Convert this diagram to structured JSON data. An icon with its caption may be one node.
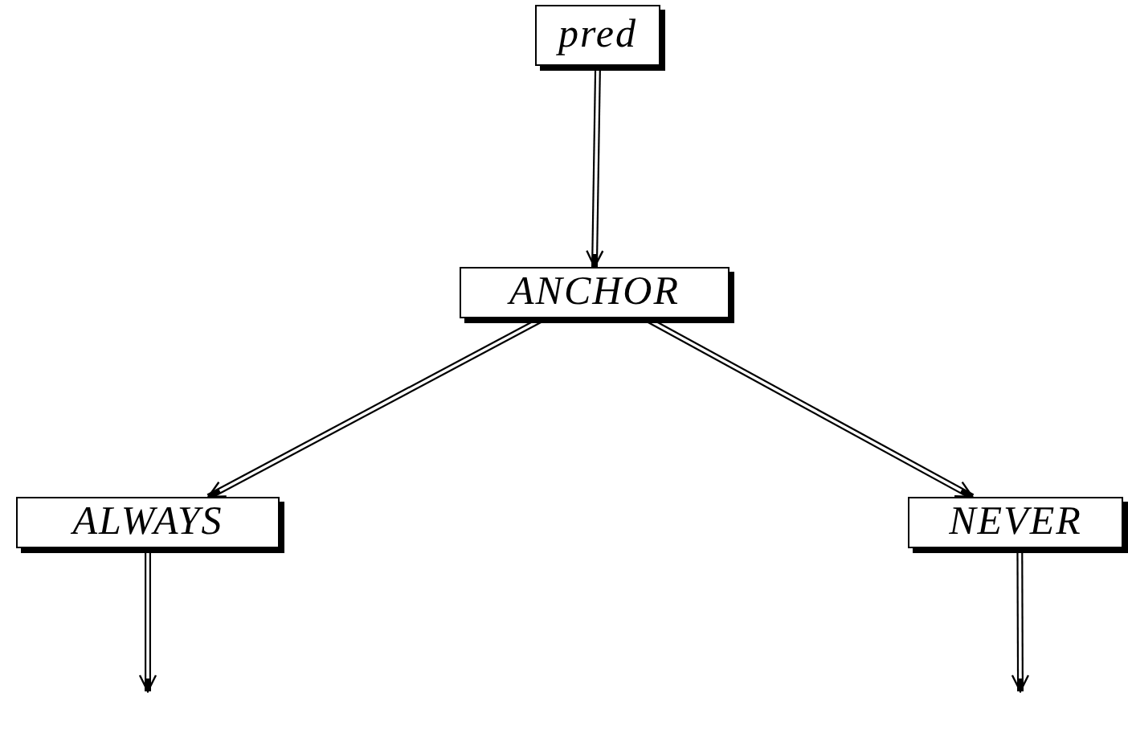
{
  "diagram": {
    "nodes": [
      {
        "text": [
          "pred"
        ]
      },
      {
        "text": [
          "ANCHOR"
        ]
      },
      {
        "text": [
          "ALWAYS"
        ]
      },
      {
        "text": [
          "NEVER"
        ]
      }
    ],
    "edges": [
      {
        "from": 0,
        "to": 1,
        "arrow": "to"
      },
      {
        "from": 1,
        "to": 2,
        "arrow": "to"
      },
      {
        "from": 1,
        "to": 3,
        "arrow": "to"
      },
      {
        "from": 2,
        "to": null,
        "arrow": "to"
      },
      {
        "from": 3,
        "to": null,
        "arrow": "to"
      }
    ]
  }
}
